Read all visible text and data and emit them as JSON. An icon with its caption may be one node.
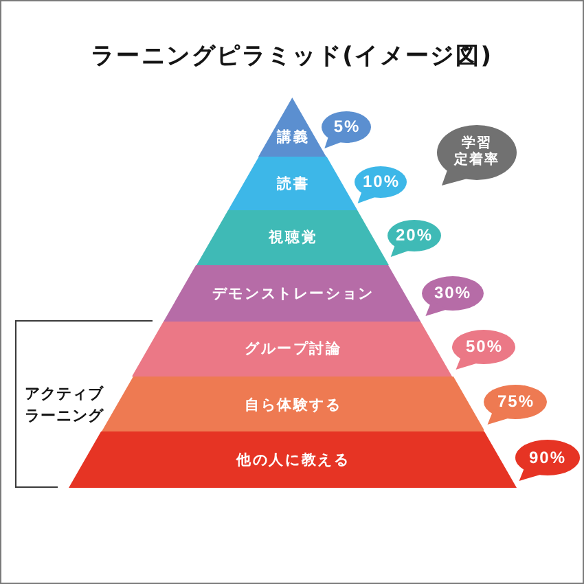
{
  "diagram": {
    "title": "ラーニングピラミッド(イメージ図)",
    "nodes": [
      {
        "text": [
          "講義"
        ]
      },
      {
        "text": [
          "5%"
        ]
      },
      {
        "text": [
          "学習定着率"
        ]
      },
      {
        "text": [
          "読書"
        ]
      },
      {
        "text": [
          "10%"
        ]
      },
      {
        "text": [
          "視聴覚"
        ]
      },
      {
        "text": [
          "20%"
        ]
      },
      {
        "text": [
          "デモンストレーション"
        ]
      },
      {
        "text": [
          "30%"
        ]
      },
      {
        "text": [
          "グループ討論"
        ]
      },
      {
        "text": [
          "50%"
        ]
      },
      {
        "text": [
          "自ら体験する"
        ]
      },
      {
        "text": [
          "75%"
        ]
      },
      {
        "text": [
          "他の人に教える"
        ]
      },
      {
        "text": [
          "90%"
        ]
      }
    ],
    "labels": [
      "アクティブラーニング"
    ]
  }
}
